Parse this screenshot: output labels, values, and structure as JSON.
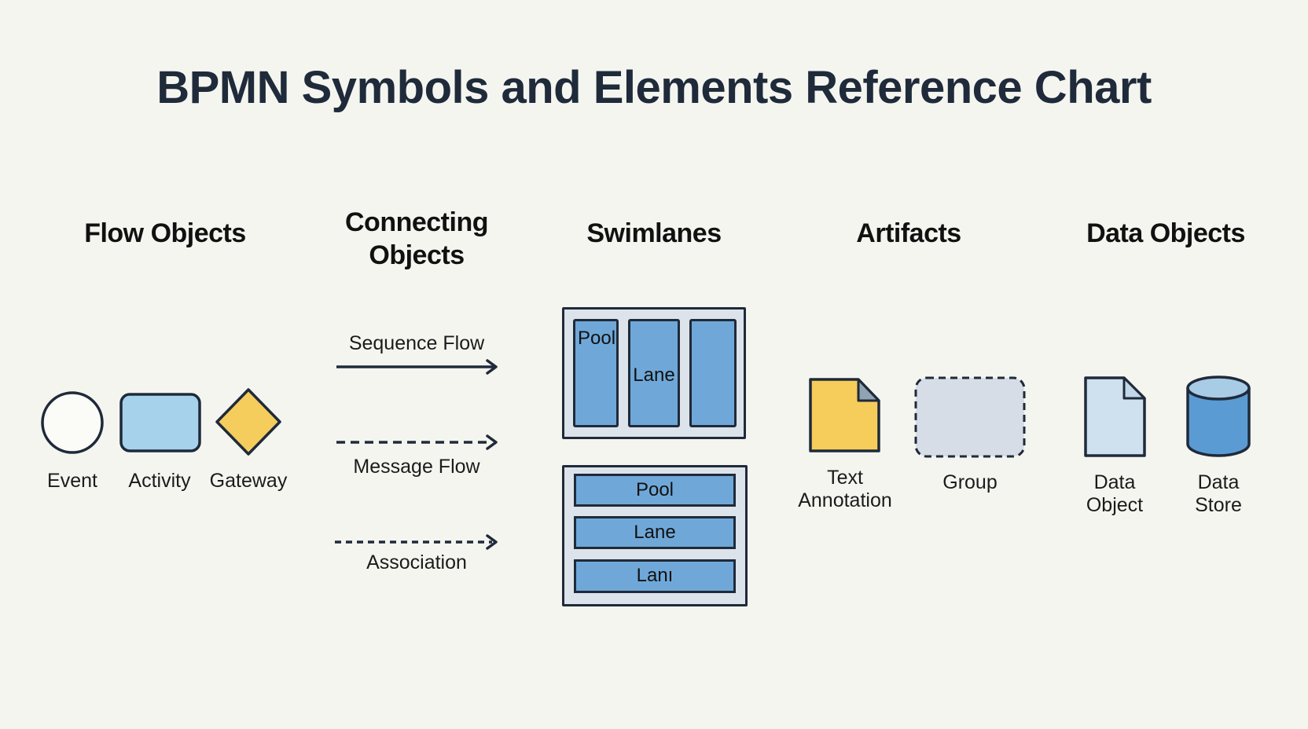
{
  "title": "BPMN Symbols and Elements Reference Chart",
  "colors": {
    "background": "#f5f5f0",
    "stroke": "#1f2a3a",
    "activity_fill": "#a6d2ec",
    "gateway_fill": "#f5cd5c",
    "lane_fill": "#6fa8d8",
    "pool_fill": "#dde3ea",
    "annotation_fill": "#f6cd5a",
    "group_fill": "#d6dde6",
    "data_object_fill": "#cfe1ef",
    "data_store_fill": "#5b9bd3"
  },
  "sections": {
    "flow_objects": {
      "heading": "Flow Objects",
      "items": [
        {
          "label": "Event",
          "icon": "event-circle"
        },
        {
          "label": "Activity",
          "icon": "activity-rounded-rect"
        },
        {
          "label": "Gateway",
          "icon": "gateway-diamond"
        }
      ]
    },
    "connecting_objects": {
      "heading_line1": "Connecting",
      "heading_line2": "Objects",
      "items": [
        {
          "label": "Sequence Flow",
          "icon": "solid-arrow"
        },
        {
          "label": "Message Flow",
          "icon": "dashed-arrow"
        },
        {
          "label": "Association",
          "icon": "dotted-arrow"
        }
      ]
    },
    "swimlanes": {
      "heading": "Swimlanes",
      "vertical": {
        "pool_label": "Pool",
        "lane_label": "Lane"
      },
      "horizontal": {
        "lanes": [
          "Pool",
          "Lane",
          "Lanı"
        ]
      }
    },
    "artifacts": {
      "heading": "Artifacts",
      "items": [
        {
          "label_line1": "Text",
          "label_line2": "Annotation",
          "icon": "text-annotation"
        },
        {
          "label": "Group",
          "icon": "group-dashed-rect"
        }
      ]
    },
    "data_objects": {
      "heading": "Data Objects",
      "items": [
        {
          "label_line1": "Data",
          "label_line2": "Object",
          "icon": "data-object-document"
        },
        {
          "label_line1": "Data",
          "label_line2": "Store",
          "icon": "data-store-cylinder"
        }
      ]
    }
  }
}
